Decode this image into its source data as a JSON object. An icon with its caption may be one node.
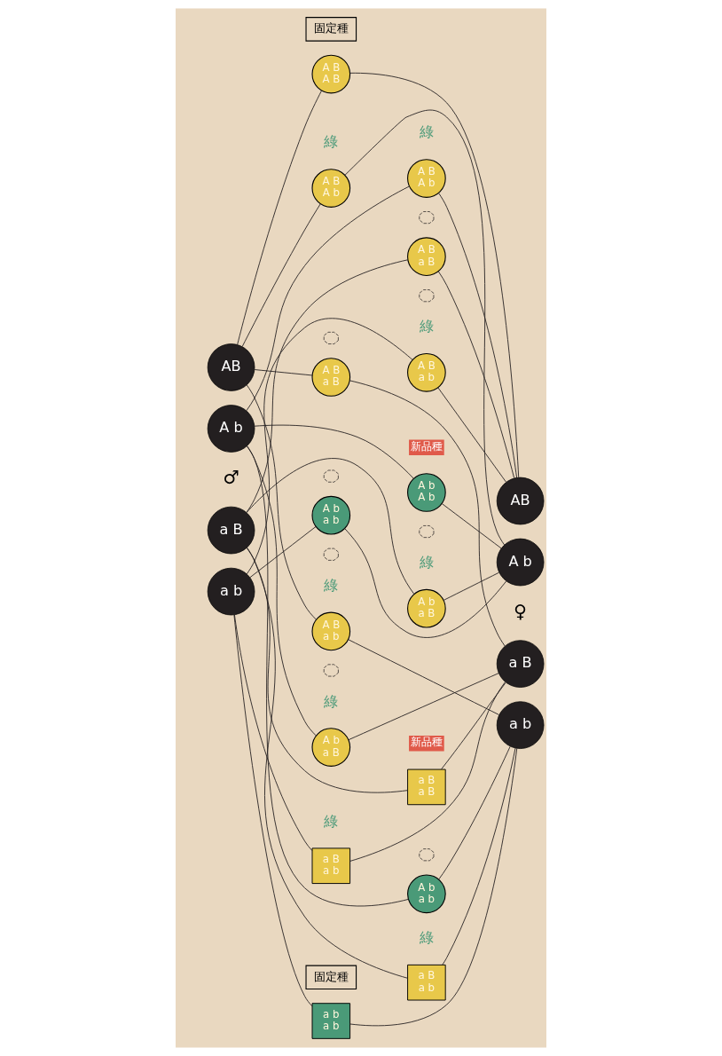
{
  "diagram": {
    "nodes": [
      {
        "text": [
          "固定種"
        ]
      },
      {
        "text": [
          "A B",
          "A B"
        ]
      },
      {
        "text": [
          "AB"
        ]
      },
      {
        "text": [
          "AB"
        ]
      },
      {
        "text": [
          "A B",
          "A b"
        ],
        "beside": [
          "綠"
        ]
      },
      {
        "text": [
          "A B",
          "A b"
        ],
        "beside": [
          "綠"
        ]
      },
      {
        "text": [
          "A B",
          "a b"
        ],
        "beside": [
          "綠"
        ]
      },
      {
        "text": [],
        "shape": "cloud"
      },
      {
        "text": [
          "A B",
          "a B"
        ]
      },
      {
        "text": [],
        "shape": "cloud"
      },
      {
        "text": [],
        "shape": "cloud"
      },
      {
        "text": [
          "A B",
          "a B"
        ]
      },
      {
        "text": [
          "A B",
          "a b"
        ],
        "beside": [
          "綠"
        ]
      },
      {
        "text": [],
        "shape": "cloud"
      },
      {
        "text": [
          "A b",
          "A b"
        ],
        "beside": [
          "新品種"
        ]
      },
      {
        "text": [
          "A b"
        ]
      },
      {
        "text": [
          "A b"
        ]
      },
      {
        "text": [
          "A b",
          "a B"
        ],
        "beside": [
          "綠"
        ]
      },
      {
        "text": [],
        "shape": "cloud"
      },
      {
        "text": [],
        "shape": "cloud"
      },
      {
        "text": [
          "A b",
          "a B"
        ],
        "beside": [
          "綠"
        ]
      },
      {
        "text": [
          "a B"
        ]
      },
      {
        "text": [
          "a B",
          "a B"
        ],
        "beside": [
          "新品種"
        ]
      },
      {
        "text": [
          "a B"
        ]
      },
      {
        "text": [],
        "shape": "cloud"
      },
      {
        "text": [
          "A b",
          "a b"
        ]
      },
      {
        "text": [
          "A b",
          "a b"
        ]
      },
      {
        "text": [],
        "shape": "cloud"
      },
      {
        "text": [
          "a B",
          "a b"
        ],
        "beside": [
          "綠"
        ]
      },
      {
        "text": [
          "a B",
          "a b"
        ],
        "beside": [
          "綠"
        ]
      },
      {
        "text": [
          "a b"
        ]
      },
      {
        "text": [
          "a b"
        ]
      },
      {
        "text": [
          "a b",
          "a b"
        ]
      },
      {
        "text": [
          "固定種"
        ]
      }
    ],
    "edges": [
      {
        "from": 2,
        "to": 1,
        "arrow": "none"
      },
      {
        "from": 1,
        "to": 3,
        "arrow": "none"
      },
      {
        "from": 2,
        "to": 4,
        "arrow": "none"
      },
      {
        "from": 4,
        "to": 16,
        "arrow": "none"
      },
      {
        "from": 15,
        "to": 5,
        "arrow": "none"
      },
      {
        "from": 5,
        "to": 3,
        "arrow": "none"
      },
      {
        "from": 2,
        "to": 6,
        "arrow": "none"
      },
      {
        "from": 6,
        "to": 31,
        "arrow": "none"
      },
      {
        "from": 2,
        "to": 8,
        "arrow": "none"
      },
      {
        "from": 8,
        "to": 23,
        "arrow": "none"
      },
      {
        "from": 21,
        "to": 11,
        "arrow": "none"
      },
      {
        "from": 11,
        "to": 3,
        "arrow": "none"
      },
      {
        "from": 30,
        "to": 12,
        "arrow": "none"
      },
      {
        "from": 12,
        "to": 3,
        "arrow": "none"
      },
      {
        "from": 15,
        "to": 14,
        "arrow": "none"
      },
      {
        "from": 14,
        "to": 16,
        "arrow": "none"
      },
      {
        "from": 15,
        "to": 17,
        "arrow": "none"
      },
      {
        "from": 17,
        "to": 23,
        "arrow": "none"
      },
      {
        "from": 21,
        "to": 20,
        "arrow": "none"
      },
      {
        "from": 20,
        "to": 16,
        "arrow": "none"
      },
      {
        "from": 21,
        "to": 22,
        "arrow": "none"
      },
      {
        "from": 22,
        "to": 23,
        "arrow": "none"
      },
      {
        "from": 30,
        "to": 25,
        "arrow": "none"
      },
      {
        "from": 25,
        "to": 16,
        "arrow": "none"
      },
      {
        "from": 15,
        "to": 26,
        "arrow": "none"
      },
      {
        "from": 26,
        "to": 31,
        "arrow": "none"
      },
      {
        "from": 30,
        "to": 28,
        "arrow": "none"
      },
      {
        "from": 28,
        "to": 23,
        "arrow": "none"
      },
      {
        "from": 21,
        "to": 29,
        "arrow": "none"
      },
      {
        "from": 29,
        "to": 31,
        "arrow": "none"
      },
      {
        "from": 30,
        "to": 32,
        "arrow": "none"
      },
      {
        "from": 32,
        "to": 31,
        "arrow": "none"
      }
    ],
    "labels": [
      "♂",
      "♀"
    ]
  }
}
